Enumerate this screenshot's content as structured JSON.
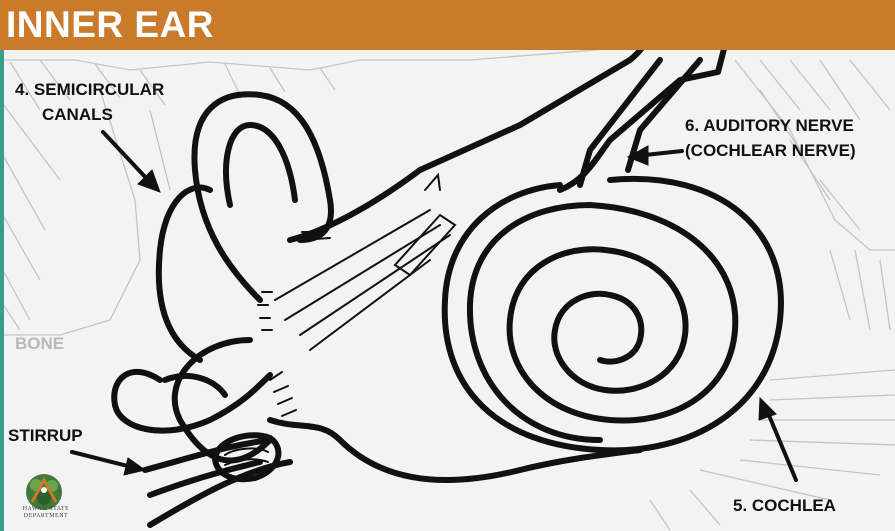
{
  "title": "INNER EAR",
  "labels": {
    "semicircular_line1": "4. SEMICIRCULAR",
    "semicircular_line2": "CANALS",
    "auditory_line1": "6. AUDITORY NERVE",
    "auditory_line2": "(COCHLEAR NERVE)",
    "bone": "BONE",
    "stirrup": "STIRRUP",
    "cochlea": "5. COCHLEA"
  },
  "logo": {
    "line1": "HAWAII STATE",
    "line2": "DEPARTMENT"
  },
  "colors": {
    "banner": "#c97a2b",
    "accent": "#3a9e8c",
    "ink": "#111111",
    "bone_lines": "#c4c4c4"
  }
}
